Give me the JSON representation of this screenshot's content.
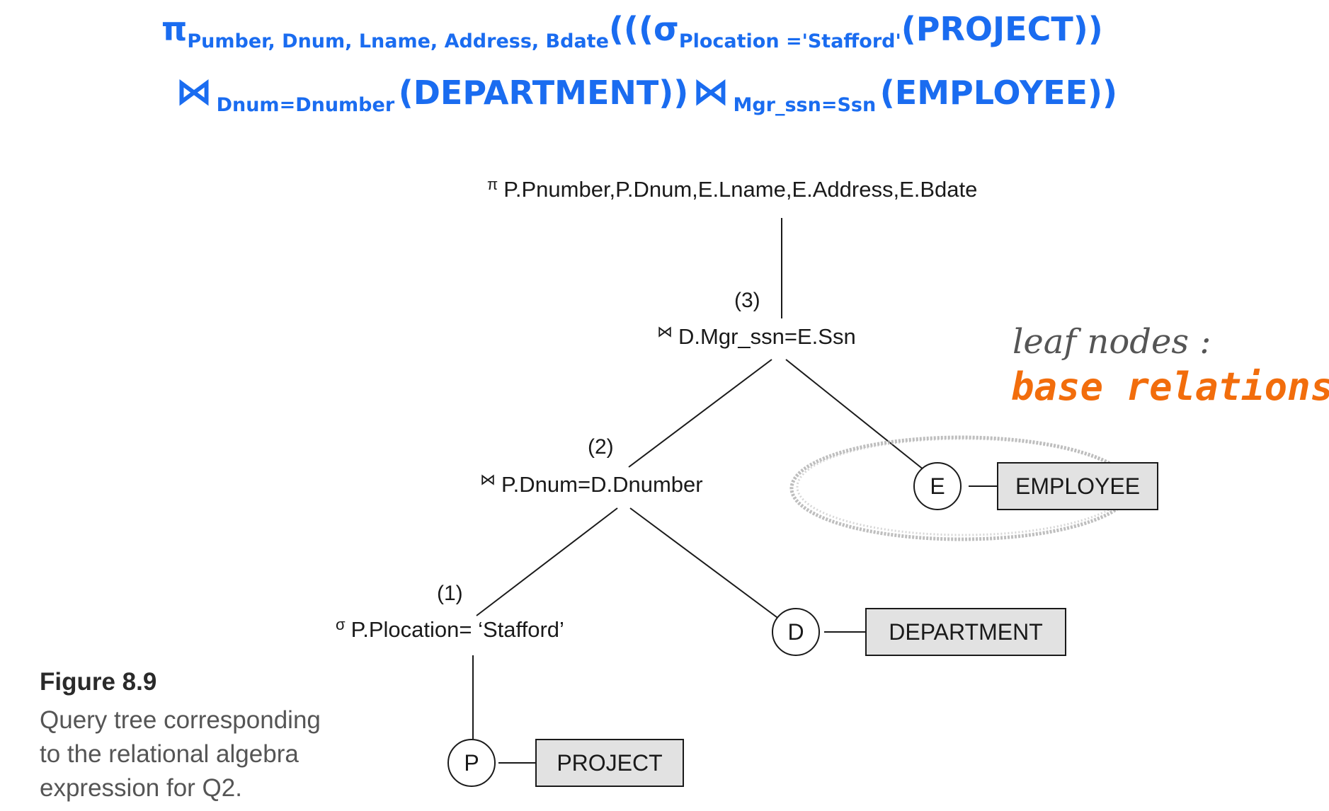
{
  "expression": {
    "line1": {
      "pi": "π",
      "project_attrs": "Pumber, Dnum, Lname, Address, Bdate",
      "open": "(((",
      "sigma": "σ",
      "select_cond": "Plocation ='Stafford'",
      "relation": "(PROJECT))"
    },
    "line2": {
      "join1": "⋈",
      "join1_cond": "Dnum=Dnumber",
      "relation1": "(DEPARTMENT))",
      "join2": "⋈",
      "join2_cond": "Mgr_ssn=Ssn",
      "relation2": "(EMPLOYEE))"
    }
  },
  "tree": {
    "root": {
      "op_symbol": "π",
      "label": "P.Pnumber,P.Dnum,E.Lname,E.Address,E.Bdate"
    },
    "join3": {
      "step": "(3)",
      "op_symbol": "⋈",
      "label": "D.Mgr_ssn=E.Ssn"
    },
    "join2": {
      "step": "(2)",
      "op_symbol": "⋈",
      "label": "P.Dnum=D.Dnumber"
    },
    "select1": {
      "step": "(1)",
      "op_symbol": "σ",
      "label": "P.Plocation= ‘Stafford’"
    },
    "leaves": {
      "E": {
        "letter": "E",
        "relation": "EMPLOYEE"
      },
      "D": {
        "letter": "D",
        "relation": "DEPARTMENT"
      },
      "P": {
        "letter": "P",
        "relation": "PROJECT"
      }
    }
  },
  "annotation": {
    "line1": "leaf nodes :",
    "line2": "base relations",
    "color": "#f26d0c"
  },
  "caption": {
    "title": "Figure 8.9",
    "line1": "Query tree corresponding",
    "line2": "to the relational algebra",
    "line3": "expression for Q2."
  },
  "colors": {
    "expression": "#1a6cf0",
    "box_fill": "#e2e2e2"
  }
}
